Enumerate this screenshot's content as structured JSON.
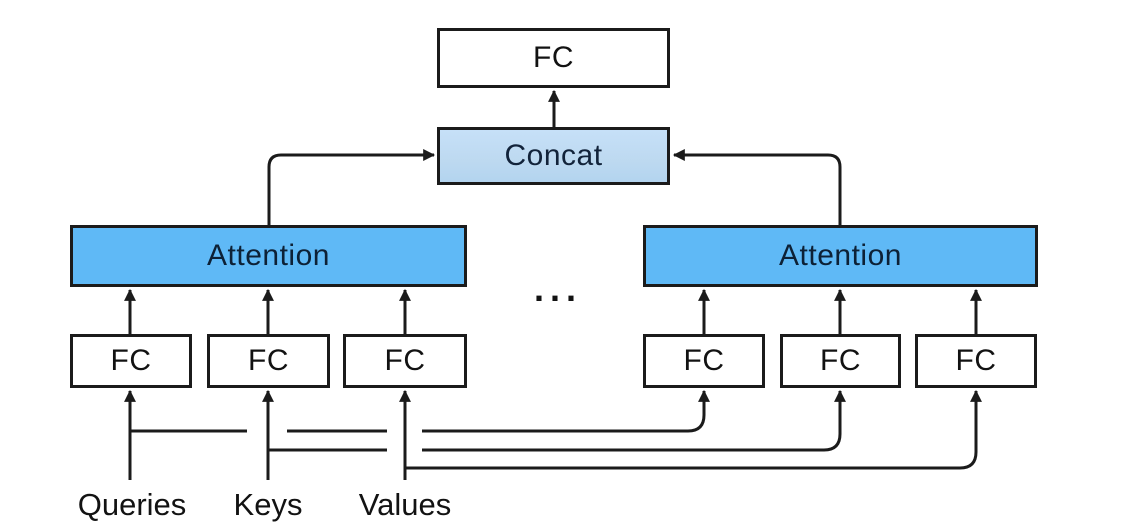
{
  "colors": {
    "bg": "#ffffff",
    "line": "#1b1b1b",
    "text": "#121212",
    "head_fill": "#5fb9f6",
    "concat_fill": "#bdd9f0"
  },
  "diagram": {
    "output": {
      "label": "FC"
    },
    "concat": {
      "label": "Concat"
    },
    "heads": [
      {
        "label": "Attention"
      },
      {
        "label": "Attention"
      }
    ],
    "ellipsis": "...",
    "projections": [
      {
        "label": "FC"
      },
      {
        "label": "FC"
      },
      {
        "label": "FC"
      },
      {
        "label": "FC"
      },
      {
        "label": "FC"
      },
      {
        "label": "FC"
      }
    ],
    "inputs": [
      {
        "label": "Queries"
      },
      {
        "label": "Keys"
      },
      {
        "label": "Values"
      }
    ]
  }
}
